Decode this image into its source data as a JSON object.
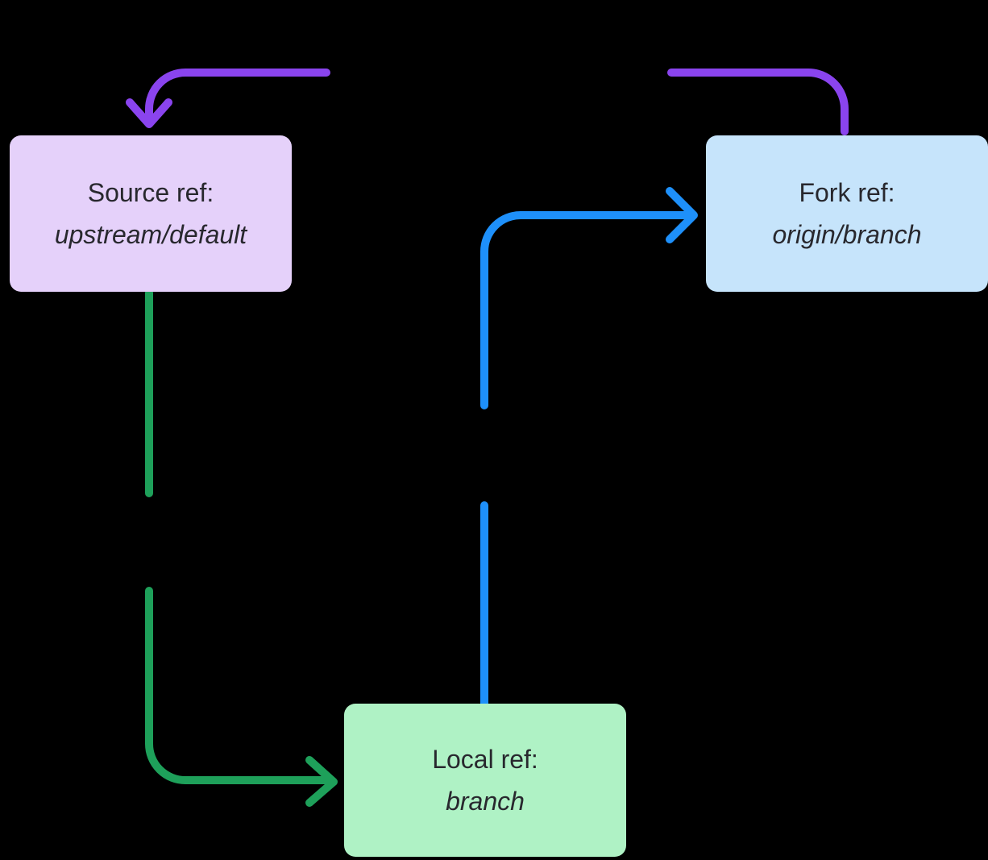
{
  "canvas": {
    "background": "#000000"
  },
  "diagram": {
    "text_color": "#28282E",
    "nodes": {
      "source": {
        "title": "Source ref:",
        "ref": "upstream/default",
        "fill": "#E5D1FA"
      },
      "fork": {
        "title": "Fork ref:",
        "ref": "origin/branch",
        "fill": "#C6E4FB"
      },
      "local": {
        "title": "Local ref:",
        "ref": "branch",
        "fill": "#AFF2C5"
      }
    },
    "arrows": {
      "purple": {
        "color": "#8A44EE",
        "from": "fork",
        "to": "source"
      },
      "green": {
        "color": "#1EA05A",
        "from": "source",
        "to": "local"
      },
      "blue": {
        "color": "#1E90FA",
        "from": "local",
        "to": "fork"
      }
    }
  }
}
